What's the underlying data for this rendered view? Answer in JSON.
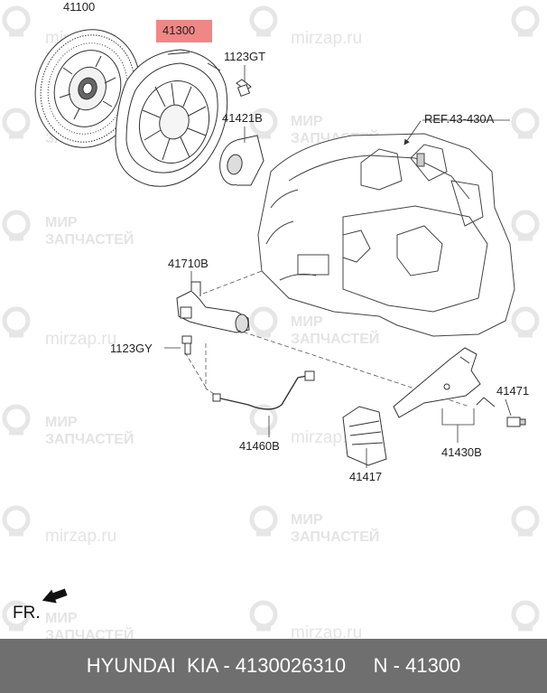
{
  "watermark": {
    "site": "mirzap.ru",
    "brand_line1": "МИР",
    "brand_line2": "ЗАПЧАСТЕЙ"
  },
  "parts": {
    "clutch_disc": "41100",
    "clutch_cover": "41300",
    "bolt_cover": "1123GT",
    "release_bearing": "41421B",
    "reference": "REF.43-430A",
    "release_cylinder": "41710B",
    "bolt_cylinder": "1123GY",
    "clutch_tube": "41460B",
    "boot": "41417",
    "release_fork": "41430B",
    "fork_clip": "41471"
  },
  "direction_label": "FR.",
  "footer": {
    "text": "HYUNDAI  KIA - 4130026310     N - 41300"
  },
  "colors": {
    "highlight": "#f08686",
    "footer_bg": "#6f6f6f",
    "footer_text": "#ffffff",
    "line": "#333333"
  }
}
